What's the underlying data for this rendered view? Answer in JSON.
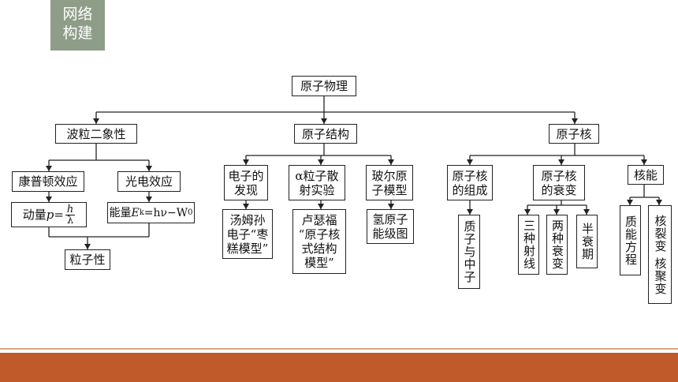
{
  "header": {
    "tag_line1": "网络",
    "tag_line2": "构建"
  },
  "diagram": {
    "root": "原子物理",
    "branch_wave": "波粒二象性",
    "branch_structure": "原子结构",
    "branch_nucleus": "原子核",
    "compton": "康普顿效应",
    "photoelectric": "光电效应",
    "momentum_label": "动量",
    "momentum_p": "p",
    "momentum_h": "h",
    "momentum_lambda": "λ",
    "energy_label": "能量",
    "energy_formula_rest": "=hν−W",
    "particle": "粒子性",
    "electron_discovery": "电子的\n发现",
    "thomson": "汤姆孙\n电子“枣\n糕模型”",
    "alpha": "α粒子散\n射实验",
    "rutherford": "卢瑟福\n“原子核\n式结构\n模型”",
    "bohr": "玻尔原\n子模型",
    "hydrogen": "氢原子\n能级图",
    "composition": "原子核\n的组成",
    "proton_neutron": "质子与中子",
    "decay": "原子核\n的衰变",
    "three_rays": "三种射线",
    "two_decays": "两种衰变",
    "half_life": "半衰期",
    "nuclear_energy": "核能",
    "mass_energy": "质能方程",
    "fission_fusion": "核裂变 核聚变"
  }
}
